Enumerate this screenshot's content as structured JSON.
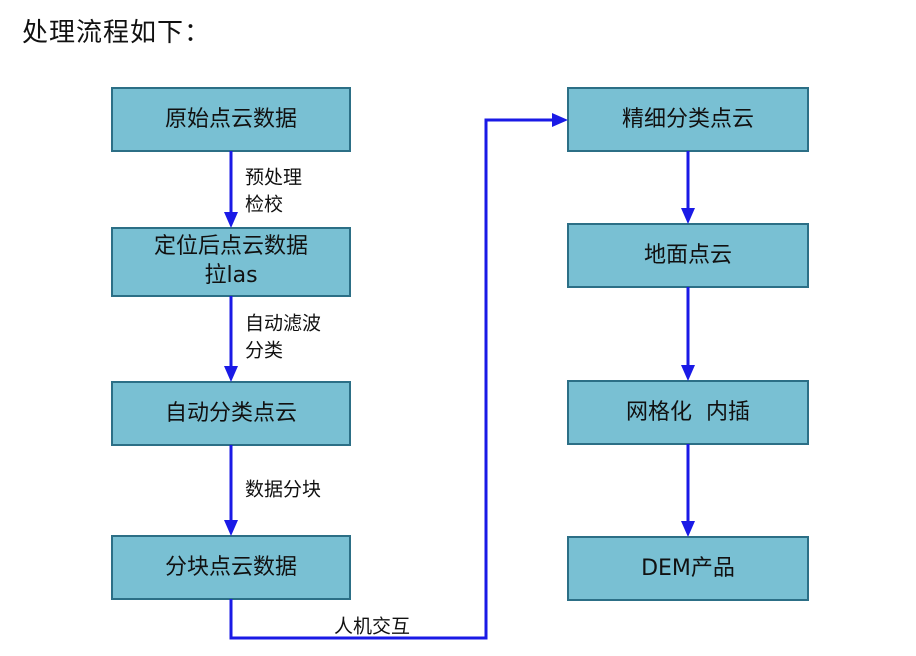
{
  "heading": "处理流程如下：",
  "nodes": [
    {
      "lines": [
        "原始点云数据"
      ]
    },
    {
      "lines": [
        "定位后点云数据",
        "拉las"
      ]
    },
    {
      "lines": [
        "自动分类点云"
      ]
    },
    {
      "lines": [
        "分块点云数据"
      ]
    },
    {
      "lines": [
        "精细分类点云"
      ]
    },
    {
      "lines": [
        "地面点云"
      ]
    },
    {
      "lines": [
        "网格化  内插"
      ]
    },
    {
      "lines": [
        "DEM产品"
      ]
    }
  ],
  "edge_labels": {
    "e1": [
      "预处理",
      "检校"
    ],
    "e2": [
      "自动滤波",
      "分类"
    ],
    "e3": [
      "数据分块"
    ],
    "e4": [
      "人机交互"
    ]
  },
  "colors": {
    "box_fill": "#79c0d3",
    "box_border": "#2c6f86",
    "arrow": "#1a1ae6"
  }
}
